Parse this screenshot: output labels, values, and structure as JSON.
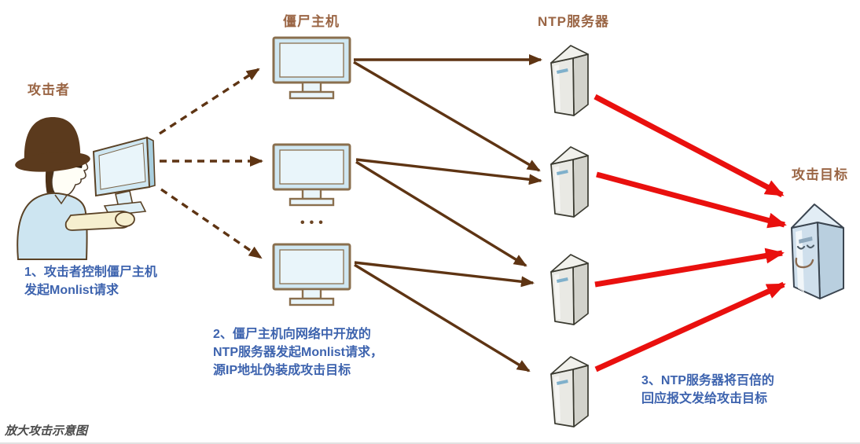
{
  "colors": {
    "label-brown": "#9a6544",
    "annotation-blue": "#3d63ae",
    "arrow-brown": "#5e3413",
    "arrow-red": "#e9100e",
    "caption-gray": "#4a4a4a",
    "monitor-fill": "#cfe7f2",
    "screen-fill": "#e9f5fa",
    "server-top": "#f1f1ec",
    "server-side": "#d2d2cb",
    "server-front": "#e9e9e4",
    "target-top": "#e2edf5",
    "target-side": "#b9cfdf",
    "target-front": "#cfdfec"
  },
  "labels": {
    "attacker": "攻击者",
    "zombie_hosts": "僵尸主机",
    "ntp_servers": "NTP服务器",
    "attack_target": "攻击目标",
    "ellipsis": "•••"
  },
  "steps": {
    "step1_line1": "1、攻击者控制僵尸主机",
    "step1_line2": "发起Monlist请求",
    "step2_line1": "2、僵尸主机向网络中开放的",
    "step2_line2": "NTP服务器发起Monlist请求，",
    "step2_line3": "源IP地址伪装成攻击目标",
    "step3_line1": "3、NTP服务器将百倍的",
    "step3_line2": "回应报文发给攻击目标"
  },
  "caption": "放大攻击示意图"
}
